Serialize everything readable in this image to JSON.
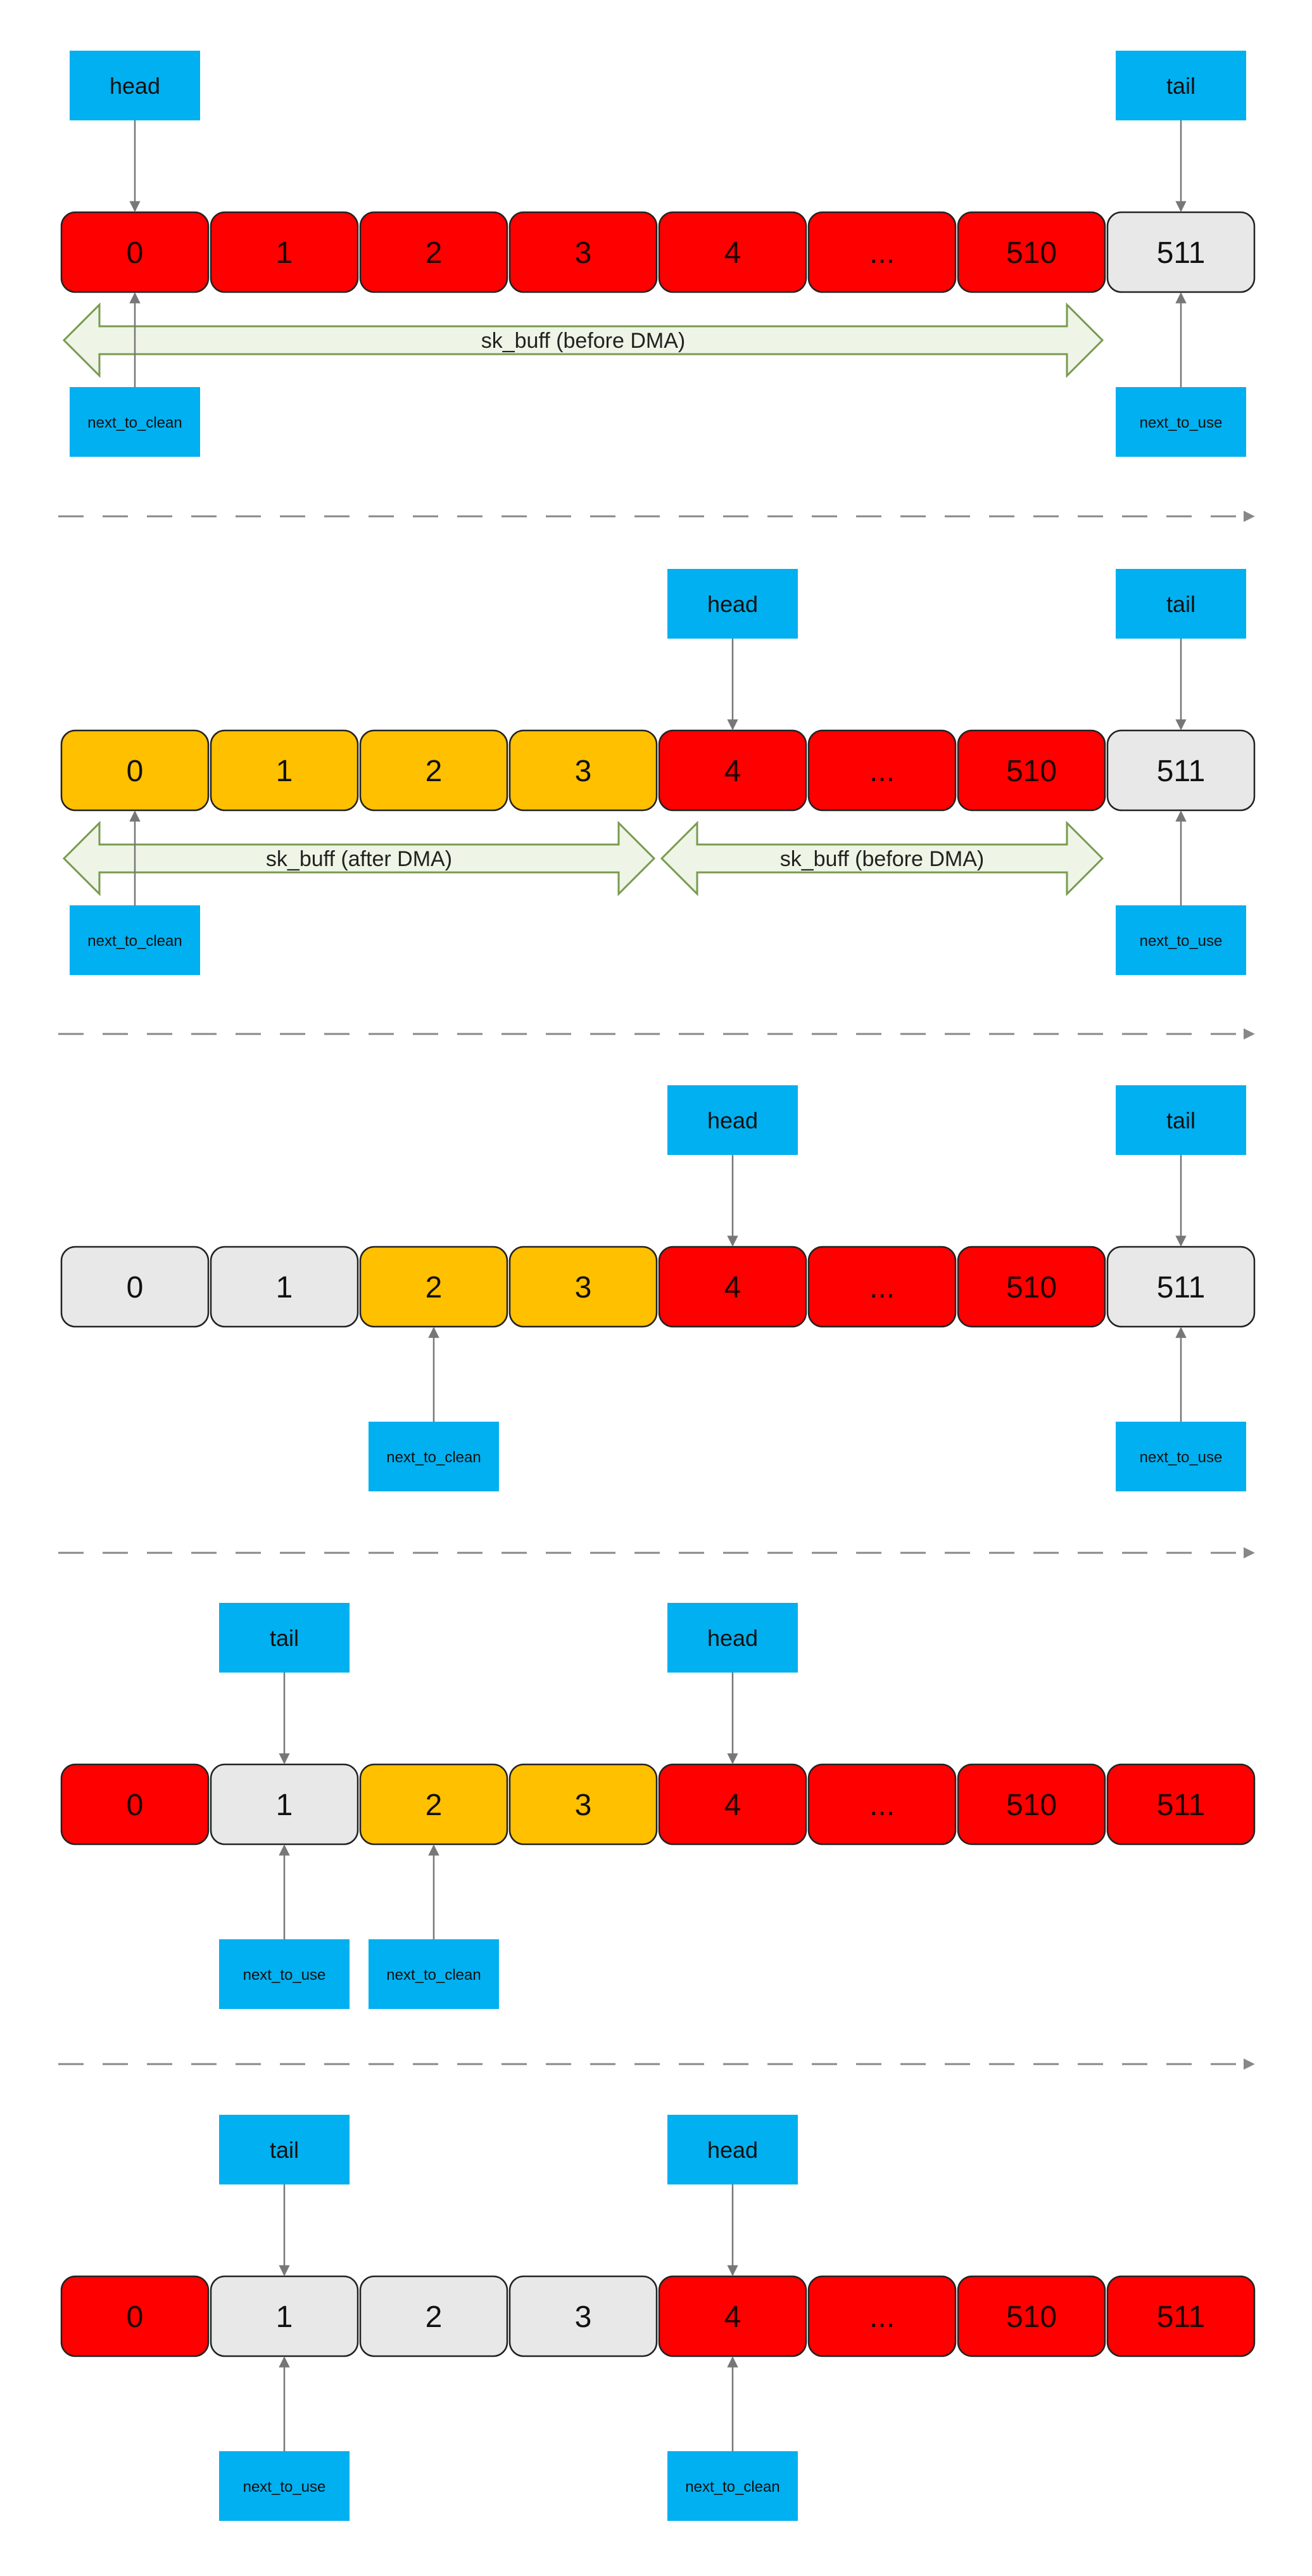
{
  "colors": {
    "buffer_full": "#FF0000",
    "buffer_done": "#FFC000",
    "buffer_empty": "#E8E8E8",
    "pointer_box": "#00B0F0",
    "span_fill": "#EEF5E6",
    "span_stroke": "#7A9A50",
    "separator": "#888888",
    "pointer_line": "#777777"
  },
  "states": [
    {
      "cells": [
        {
          "label": "0",
          "status": "full"
        },
        {
          "label": "1",
          "status": "full"
        },
        {
          "label": "2",
          "status": "full"
        },
        {
          "label": "3",
          "status": "full"
        },
        {
          "label": "4",
          "status": "full"
        },
        {
          "label": "...",
          "status": "full"
        },
        {
          "label": "510",
          "status": "full"
        },
        {
          "label": "511",
          "status": "empty"
        }
      ],
      "top_pointers": [
        {
          "label": "head",
          "index": 0
        },
        {
          "label": "tail",
          "index": 7
        }
      ],
      "bottom_pointers": [
        {
          "label": "next_to_clean",
          "index": 0
        },
        {
          "label": "next_to_use",
          "index": 7
        }
      ],
      "spans": [
        {
          "label": "sk_buff (before DMA)",
          "from": 0,
          "to": 6
        }
      ]
    },
    {
      "cells": [
        {
          "label": "0",
          "status": "done"
        },
        {
          "label": "1",
          "status": "done"
        },
        {
          "label": "2",
          "status": "done"
        },
        {
          "label": "3",
          "status": "done"
        },
        {
          "label": "4",
          "status": "full"
        },
        {
          "label": "...",
          "status": "full"
        },
        {
          "label": "510",
          "status": "full"
        },
        {
          "label": "511",
          "status": "empty"
        }
      ],
      "top_pointers": [
        {
          "label": "head",
          "index": 4
        },
        {
          "label": "tail",
          "index": 7
        }
      ],
      "bottom_pointers": [
        {
          "label": "next_to_clean",
          "index": 0
        },
        {
          "label": "next_to_use",
          "index": 7
        }
      ],
      "spans": [
        {
          "label": "sk_buff (after DMA)",
          "from": 0,
          "to": 3
        },
        {
          "label": "sk_buff (before DMA)",
          "from": 4,
          "to": 6
        }
      ]
    },
    {
      "cells": [
        {
          "label": "0",
          "status": "empty"
        },
        {
          "label": "1",
          "status": "empty"
        },
        {
          "label": "2",
          "status": "done"
        },
        {
          "label": "3",
          "status": "done"
        },
        {
          "label": "4",
          "status": "full"
        },
        {
          "label": "...",
          "status": "full"
        },
        {
          "label": "510",
          "status": "full"
        },
        {
          "label": "511",
          "status": "empty"
        }
      ],
      "top_pointers": [
        {
          "label": "head",
          "index": 4
        },
        {
          "label": "tail",
          "index": 7
        }
      ],
      "bottom_pointers": [
        {
          "label": "next_to_clean",
          "index": 2
        },
        {
          "label": "next_to_use",
          "index": 7
        }
      ],
      "spans": []
    },
    {
      "cells": [
        {
          "label": "0",
          "status": "full"
        },
        {
          "label": "1",
          "status": "empty"
        },
        {
          "label": "2",
          "status": "done"
        },
        {
          "label": "3",
          "status": "done"
        },
        {
          "label": "4",
          "status": "full"
        },
        {
          "label": "...",
          "status": "full"
        },
        {
          "label": "510",
          "status": "full"
        },
        {
          "label": "511",
          "status": "full"
        }
      ],
      "top_pointers": [
        {
          "label": "tail",
          "index": 1
        },
        {
          "label": "head",
          "index": 4
        }
      ],
      "bottom_pointers": [
        {
          "label": "next_to_use",
          "index": 1
        },
        {
          "label": "next_to_clean",
          "index": 2
        }
      ],
      "spans": []
    },
    {
      "cells": [
        {
          "label": "0",
          "status": "full"
        },
        {
          "label": "1",
          "status": "empty"
        },
        {
          "label": "2",
          "status": "empty"
        },
        {
          "label": "3",
          "status": "empty"
        },
        {
          "label": "4",
          "status": "full"
        },
        {
          "label": "...",
          "status": "full"
        },
        {
          "label": "510",
          "status": "full"
        },
        {
          "label": "511",
          "status": "full"
        }
      ],
      "top_pointers": [
        {
          "label": "tail",
          "index": 1
        },
        {
          "label": "head",
          "index": 4
        }
      ],
      "bottom_pointers": [
        {
          "label": "next_to_use",
          "index": 1
        },
        {
          "label": "next_to_clean",
          "index": 4
        }
      ],
      "spans": []
    }
  ]
}
